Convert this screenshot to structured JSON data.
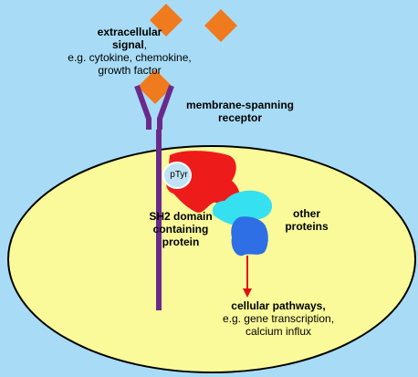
{
  "labels": {
    "signal": {
      "line1": "extracellular",
      "line2_bold": "signal",
      "line2_rest": ",",
      "line3": "e.g. cytokine, chemokine,",
      "line4": "growth factor"
    },
    "receptor": {
      "line1": "membrane-spanning",
      "line2": "receptor"
    },
    "ptyr": "pTyr",
    "sh2": {
      "line1": "SH2 domain",
      "line2": "containing",
      "line3": "protein"
    },
    "other": {
      "line1": "other",
      "line2": "proteins"
    },
    "pathway": {
      "line1_bold": "cellular pathways",
      "line1_rest": ",",
      "line2": "e.g. gene transcription,",
      "line3": "calcium influx"
    }
  },
  "colors": {
    "background": "#a8dcf6",
    "cell": "#fafa9a",
    "cell_outline": "#000000",
    "signal_molecule": "#f07a1e",
    "receptor": "#6a2a8c",
    "sh2_protein": "#ee1b1b",
    "ptyr_site": "#bfe3f5",
    "other_protein_1": "#35e0f0",
    "other_protein_2": "#2e6fe6",
    "arrow": "#e01010"
  }
}
